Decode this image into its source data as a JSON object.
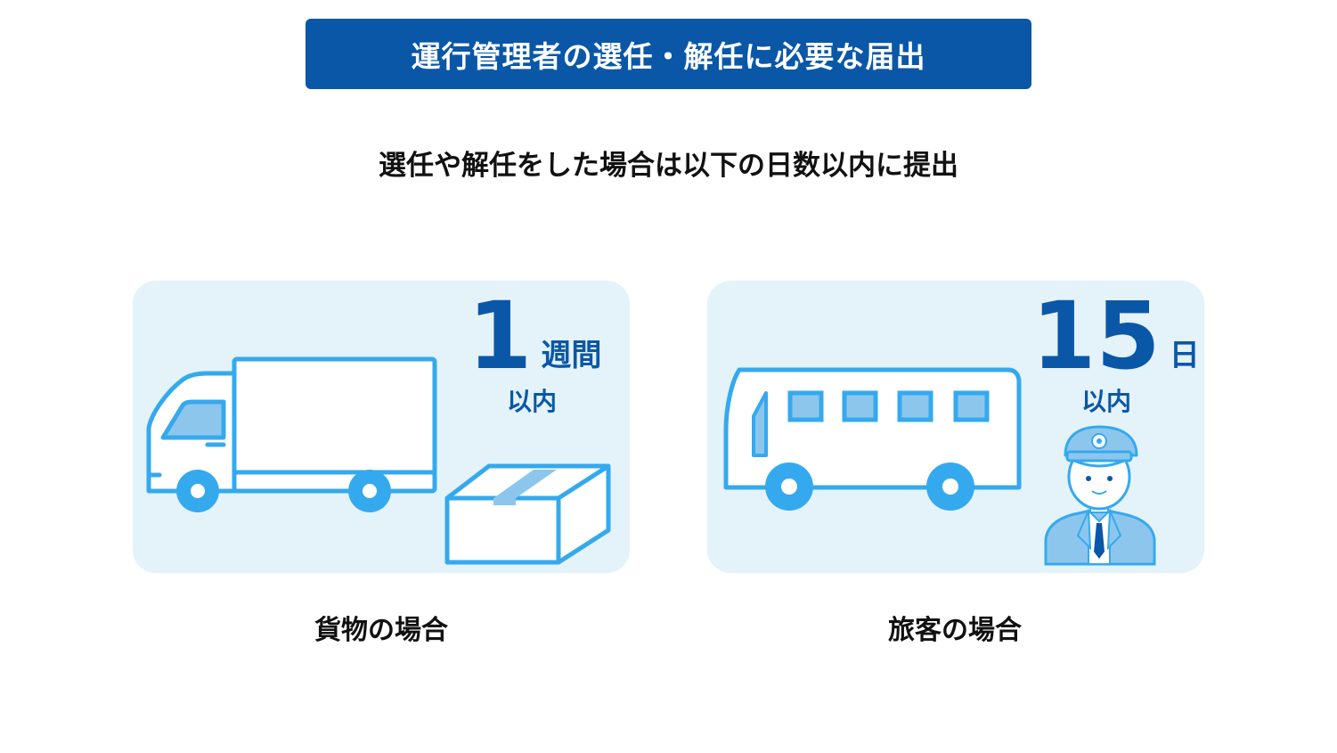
{
  "title": "運行管理者の選任・解任に必要な届出",
  "subtitle": "選任や解任をした場合は以下の日数以内に提出",
  "cargo": {
    "number": "1",
    "unit": "週間",
    "within": "以内",
    "caption": "貨物の場合",
    "icons": [
      "truck-icon",
      "cardboard-box-icon"
    ]
  },
  "passenger": {
    "number": "15",
    "unit": "日",
    "within": "以内",
    "caption": "旅客の場合",
    "icons": [
      "bus-icon",
      "driver-icon"
    ]
  },
  "colors": {
    "banner": "#0a57a8",
    "accent_text": "#0a57a8",
    "panel_bg": "#e4f3f9",
    "line": "#35a9ee",
    "fill_light": "#8dc6ec"
  }
}
